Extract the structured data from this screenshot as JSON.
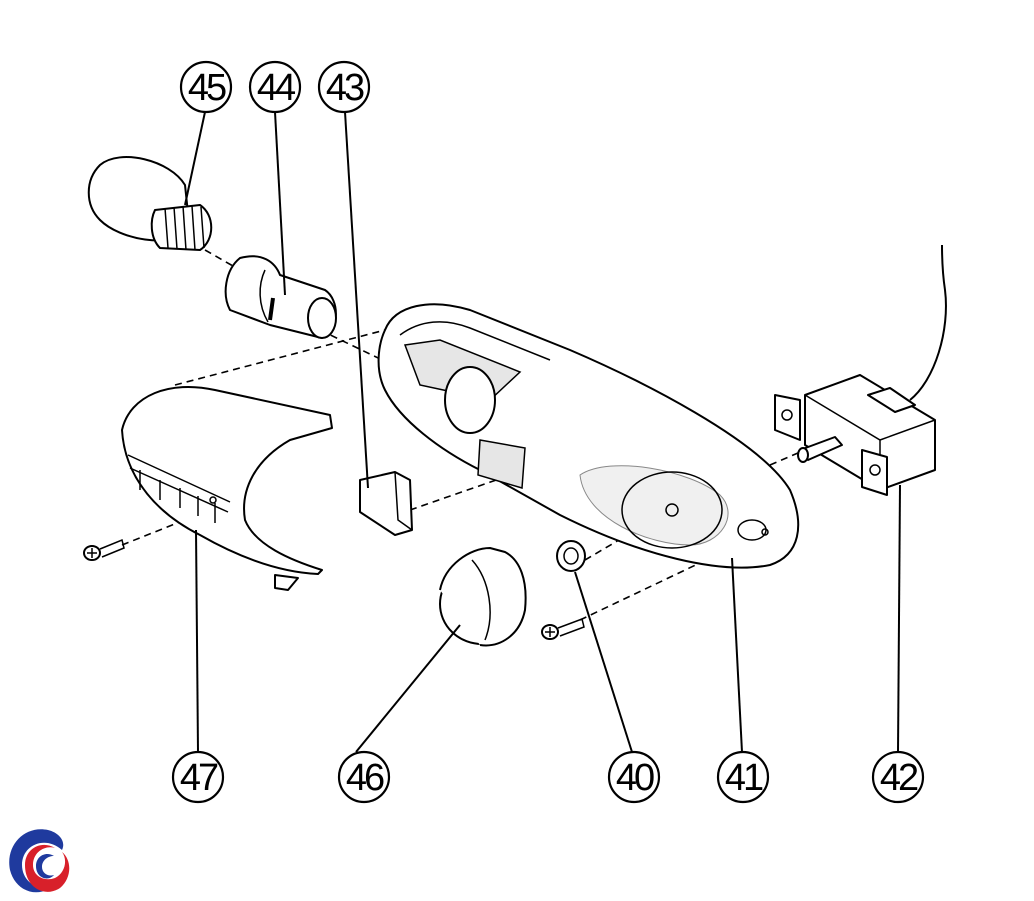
{
  "callouts": [
    {
      "id": "45",
      "label": "45"
    },
    {
      "id": "44",
      "label": "44"
    },
    {
      "id": "43",
      "label": "43"
    },
    {
      "id": "47",
      "label": "47"
    },
    {
      "id": "46",
      "label": "46"
    },
    {
      "id": "40",
      "label": "40"
    },
    {
      "id": "41",
      "label": "41"
    },
    {
      "id": "42",
      "label": "42"
    }
  ],
  "logo": {
    "icon": "brand-logo-icon",
    "colors": [
      "#1f3a9e",
      "#d8202a"
    ]
  }
}
